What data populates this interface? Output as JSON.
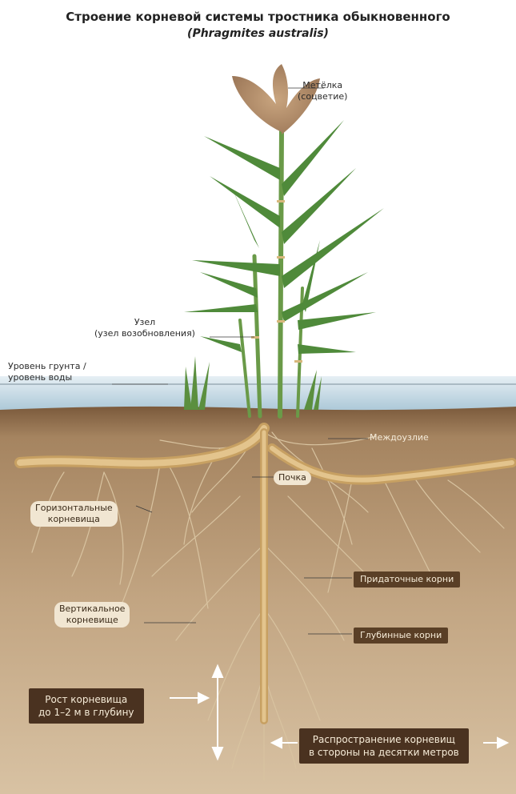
{
  "header": {
    "title": "Строение корневой системы тростника обыкновенного",
    "subtitle": "(Phragmites australis)"
  },
  "labels": {
    "panicle_1": "Метёлка",
    "panicle_2": "(соцветие)",
    "node_1": "Узел",
    "node_2": "(узел возобновления)",
    "ground_1": "Уровень грунта /",
    "ground_2": "уровень воды",
    "internode": "Междоузлие",
    "bud": "Почка",
    "horizontal_1": "Горизонтальные",
    "horizontal_2": "корневища",
    "adventitious": "Придаточные корни",
    "vertical_1": "Вертикальное",
    "vertical_2": "корневище",
    "deep": "Глубинные корни",
    "growth_1": "Рост корневища",
    "growth_2": "до 1–2 м в глубину",
    "spread_1": "Распространение корневищ",
    "spread_2": "в стороны на десятки метров"
  },
  "colors": {
    "sky": "#ffffff",
    "water": "#cfe0ea",
    "soil_top": "#8a6a48",
    "soil": "#b89a74",
    "rhizome": "#d9b77c",
    "leaf": "#4f8a3a",
    "panicle": "#b08a66"
  }
}
